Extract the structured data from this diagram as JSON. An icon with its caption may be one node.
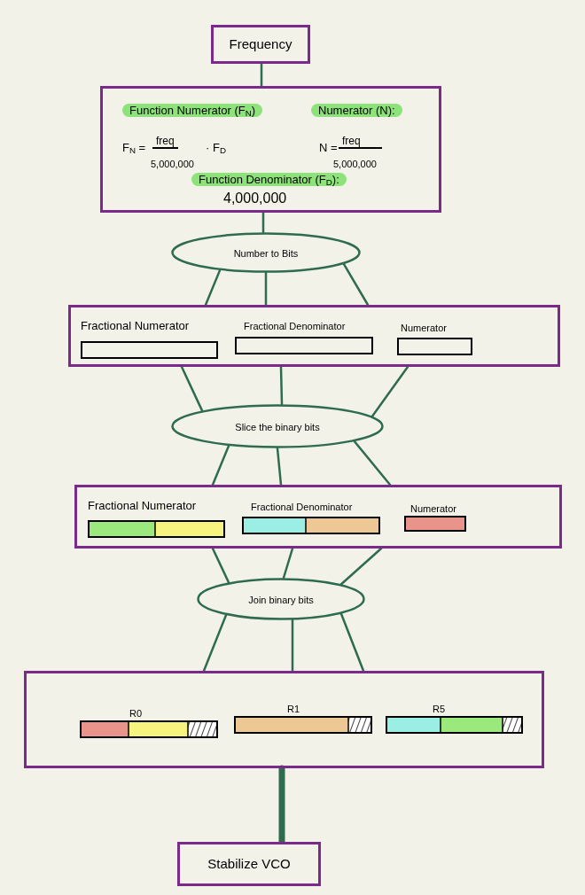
{
  "diagram": {
    "nodes": [
      {
        "text": [
          "Frequency"
        ]
      },
      {
        "text": [
          "Function Numerator (F$_{N}$)",
          "Numerator (N):",
          "F$_{N}$ =",
          "freq",
          "5,000,000",
          "· F$_{D}$",
          "N =",
          "freq",
          "5,000,000",
          "Function Denominator (F$_{D}$):",
          "4,000,000"
        ]
      },
      {
        "text": [
          "Number to Bits"
        ]
      },
      {
        "text": [
          "Fractional Numerator",
          "Fractional Denominator",
          "Numerator"
        ]
      },
      {
        "text": [],
        "shape": "box",
        "in": 3
      },
      {
        "text": [],
        "shape": "box",
        "in": 3
      },
      {
        "text": [],
        "shape": "box",
        "in": 3
      },
      {
        "text": [
          "Slice the binary bits"
        ]
      },
      {
        "text": [
          "Fractional Numerator",
          "Fractional Denominator",
          "Numerator"
        ]
      },
      {
        "text": [],
        "shape": "bar",
        "in": 8
      },
      {
        "text": [],
        "shape": "bar",
        "in": 8
      },
      {
        "text": [],
        "shape": "bar",
        "in": 8
      },
      {
        "text": [
          "Join binary bits"
        ]
      },
      {
        "text": [
          "R0",
          "R1",
          "R5"
        ]
      },
      {
        "text": [],
        "shape": "bar",
        "in": 13
      },
      {
        "text": [],
        "shape": "bar",
        "in": 13
      },
      {
        "text": [],
        "shape": "bar",
        "in": 13
      },
      {
        "text": [
          "Stabilize VCO"
        ]
      }
    ],
    "edges": [
      {
        "from": 0,
        "to": 1,
        "arrow": "none"
      },
      {
        "from": 1,
        "to": 2,
        "arrow": "none"
      },
      {
        "from": 2,
        "to": 3,
        "arrow": "none"
      },
      {
        "from": 2,
        "to": 3,
        "arrow": "none"
      },
      {
        "from": 2,
        "to": 3,
        "arrow": "none"
      },
      {
        "from": 3,
        "to": 7,
        "arrow": "none"
      },
      {
        "from": 3,
        "to": 7,
        "arrow": "none"
      },
      {
        "from": 3,
        "to": 7,
        "arrow": "none"
      },
      {
        "from": 7,
        "to": 8,
        "arrow": "none"
      },
      {
        "from": 7,
        "to": 8,
        "arrow": "none"
      },
      {
        "from": 7,
        "to": 8,
        "arrow": "none"
      },
      {
        "from": 8,
        "to": 12,
        "arrow": "none"
      },
      {
        "from": 8,
        "to": 12,
        "arrow": "none"
      },
      {
        "from": 8,
        "to": 12,
        "arrow": "none"
      },
      {
        "from": 12,
        "to": 13,
        "arrow": "none"
      },
      {
        "from": 12,
        "to": 13,
        "arrow": "none"
      },
      {
        "from": 12,
        "to": 13,
        "arrow": "none"
      },
      {
        "from": 13,
        "to": 17,
        "arrow": "none",
        "style": "thick"
      }
    ]
  }
}
